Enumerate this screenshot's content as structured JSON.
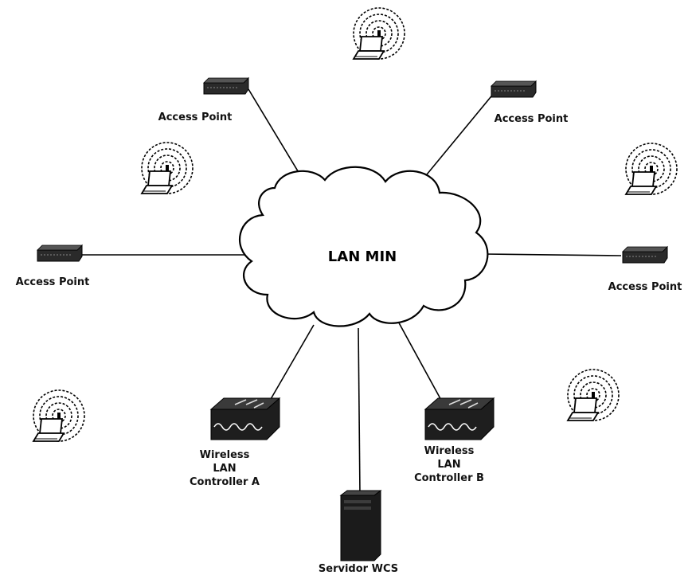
{
  "cloud": {
    "label": "LAN MIN"
  },
  "access_points": [
    {
      "label": "Access Point"
    },
    {
      "label": "Access Point"
    },
    {
      "label": "Access Point"
    },
    {
      "label": "Access Point"
    }
  ],
  "controllers": [
    {
      "line1": "Wireless",
      "line2": "LAN",
      "line3": "Controller A"
    },
    {
      "line1": "Wireless",
      "line2": "LAN",
      "line3": "Controller B"
    }
  ],
  "server": {
    "label": "Servidor WCS"
  },
  "colors": {
    "line": "#000000",
    "device": "#1a1a1a",
    "wireless_client": "#000000"
  }
}
